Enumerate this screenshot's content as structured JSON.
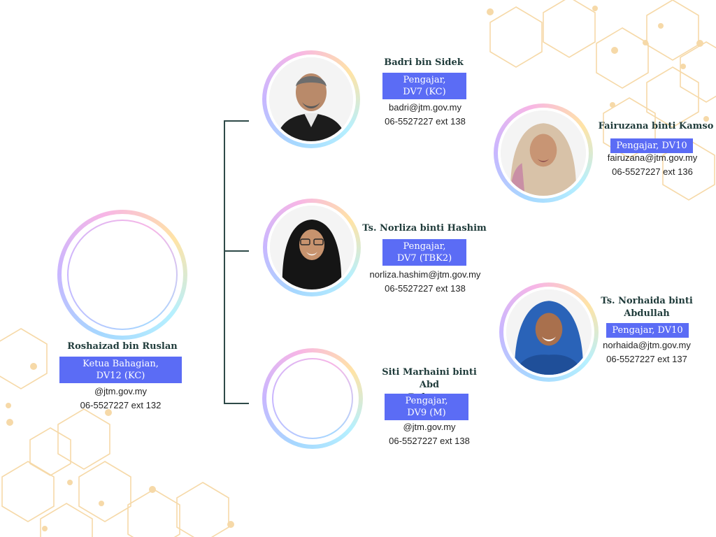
{
  "members": {
    "head": {
      "name": "Roshaizad bin Ruslan",
      "role_line1": "Ketua Bahagian,",
      "role_line2": "DV12 (KC)",
      "email": "@jtm.gov.my",
      "phone": "06-5527227 ext 132"
    },
    "badri": {
      "name": "Badri bin Sidek",
      "role_line1": "Pengajar,",
      "role_line2": "DV7 (KC)",
      "email": "badri@jtm.gov.my",
      "phone": "06-5527227 ext 138"
    },
    "norliza": {
      "name": "Ts. Norliza binti Hashim",
      "role_line1": "Pengajar,",
      "role_line2": "DV7 (TBK2)",
      "email": "norliza.hashim@jtm.gov.my",
      "phone": "06-5527227 ext 138"
    },
    "siti": {
      "name_line1": "Siti Marhaini binti Abd",
      "name_line2": "Rahman",
      "role_line1": "Pengajar,",
      "role_line2": "DV9 (M)",
      "email": "@jtm.gov.my",
      "phone": "06-5527227 ext 138"
    },
    "fairuzana": {
      "name": "Fairuzana binti Kamso",
      "role": "Pengajar, DV10",
      "email": "fairuzana@jtm.gov.my",
      "phone": "06-5527227 ext 136"
    },
    "norhaida": {
      "name_line1": "Ts. Norhaida binti",
      "name_line2": "Abdullah",
      "role": "Pengajar, DV10",
      "email": "norhaida@jtm.gov.my",
      "phone": "06-5527227 ext 137"
    }
  },
  "colors": {
    "role_badge": "#5b6cf5",
    "name_text": "#1f3b3a",
    "connector": "#2e4a48",
    "hexagon": "#f6d9a8"
  }
}
